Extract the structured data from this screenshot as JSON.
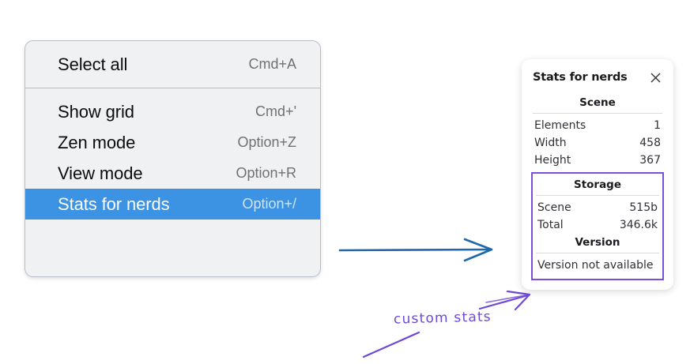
{
  "menu": {
    "sections": [
      {
        "items": [
          {
            "label": "Select all",
            "shortcut": "Cmd+A",
            "selected": false
          }
        ]
      },
      {
        "items": [
          {
            "label": "Show grid",
            "shortcut": "Cmd+'",
            "selected": false
          },
          {
            "label": "Zen mode",
            "shortcut": "Option+Z",
            "selected": false
          },
          {
            "label": "View mode",
            "shortcut": "Option+R",
            "selected": false
          },
          {
            "label": "Stats for nerds",
            "shortcut": "Option+/",
            "selected": true
          }
        ]
      }
    ],
    "highlight_color": "#3c92e3"
  },
  "stats_panel": {
    "title": "Stats for nerds",
    "close_icon": "close-icon",
    "groups": [
      {
        "heading": "Scene",
        "boxed": false,
        "rows": [
          {
            "key": "Elements",
            "value": "1"
          },
          {
            "key": "Width",
            "value": "458"
          },
          {
            "key": "Height",
            "value": "367"
          }
        ]
      },
      {
        "heading": "Storage",
        "boxed": true,
        "rows": [
          {
            "key": "Scene",
            "value": "515b"
          },
          {
            "key": "Total",
            "value": "346.6k"
          }
        ]
      },
      {
        "heading": "Version",
        "boxed": true,
        "single": "Version not available"
      }
    ],
    "highlight_border_color": "#7b4fd8"
  },
  "annotations": {
    "handwritten_note": "custom stats",
    "blue_arrow_color": "#1f68a9",
    "purple_color": "#6d49d6"
  }
}
